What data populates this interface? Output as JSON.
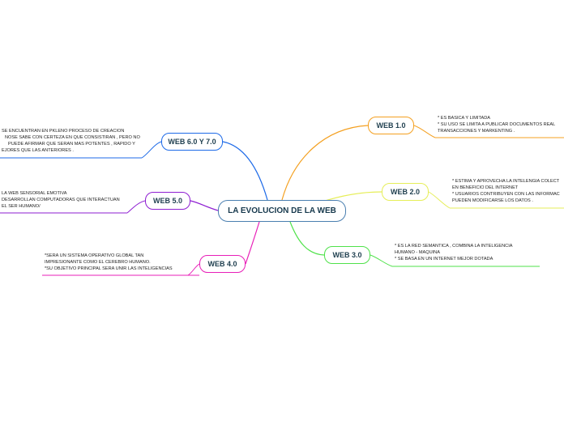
{
  "central": {
    "label": "LA EVOLUCION DE LA WEB",
    "color": "#4a7fb0"
  },
  "branches": [
    {
      "id": "web1",
      "label": "WEB 1.0",
      "color": "#f4a020",
      "notes": [
        "* ES BASICA Y LIMITADA",
        "* SU USO SE LIMITA A PUBLICAR DOCUMENTOS REAL",
        "TRANSACCIONES Y MARKENTING ."
      ]
    },
    {
      "id": "web2",
      "label": "WEB 2.0",
      "color": "#e6ee58",
      "notes": [
        "* ESTIMA Y APROVECHA LA INTELENGIA COLECT",
        "EN BENEFICIO DEL INTERNET",
        "* USUARIOS CONTRIBUYEN CON LAS INFORMAC",
        "PUEDEN MODIFICARSE LOS DATOS ."
      ]
    },
    {
      "id": "web3",
      "label": "WEB 3.0",
      "color": "#4fe24a",
      "notes": [
        "* ES LA RED SEMANTICA , COMBINA LA INTELIGENCIA",
        "HUMANO - MAQUINA",
        "* SE BASA EN UN INTERNET MEJOR DOTADA"
      ]
    },
    {
      "id": "web4",
      "label": "WEB 4.0",
      "color": "#e81fb8",
      "notes": [
        "*SERA UN SISTEMA OPERATIVO GLOBAL TAN",
        "IMPRESIONANTE COMO EL CEREBRO HUMANO.",
        "*SU OBJETIVO PRINCIPAL SERA UNIR LAS INTELIGENCIAS"
      ]
    },
    {
      "id": "web5",
      "label": "WEB 5.0",
      "color": "#8e1ed2",
      "notes": [
        "LA WEB SENSORIAL EMOTIVA",
        "DESARROLLAN COMPUTADORAS QUE INTERACTUAN",
        "EL SER HUMANO/"
      ]
    },
    {
      "id": "web6",
      "label": "WEB 6.0 Y 7.0",
      "color": "#1d6ae8",
      "notes": [
        "SE ENCUENTRAN EN PKLENO PROCESO DE CREACION",
        "NOSE SABE CON CERTEZA EN QUE CONSISTIRAN , PERO NO",
        "PUEDE AFIRMAR QUE SERAN MAS POTENTES , RAPIDO Y",
        "EJORES QUE LAS ANTERIORES ."
      ]
    }
  ]
}
